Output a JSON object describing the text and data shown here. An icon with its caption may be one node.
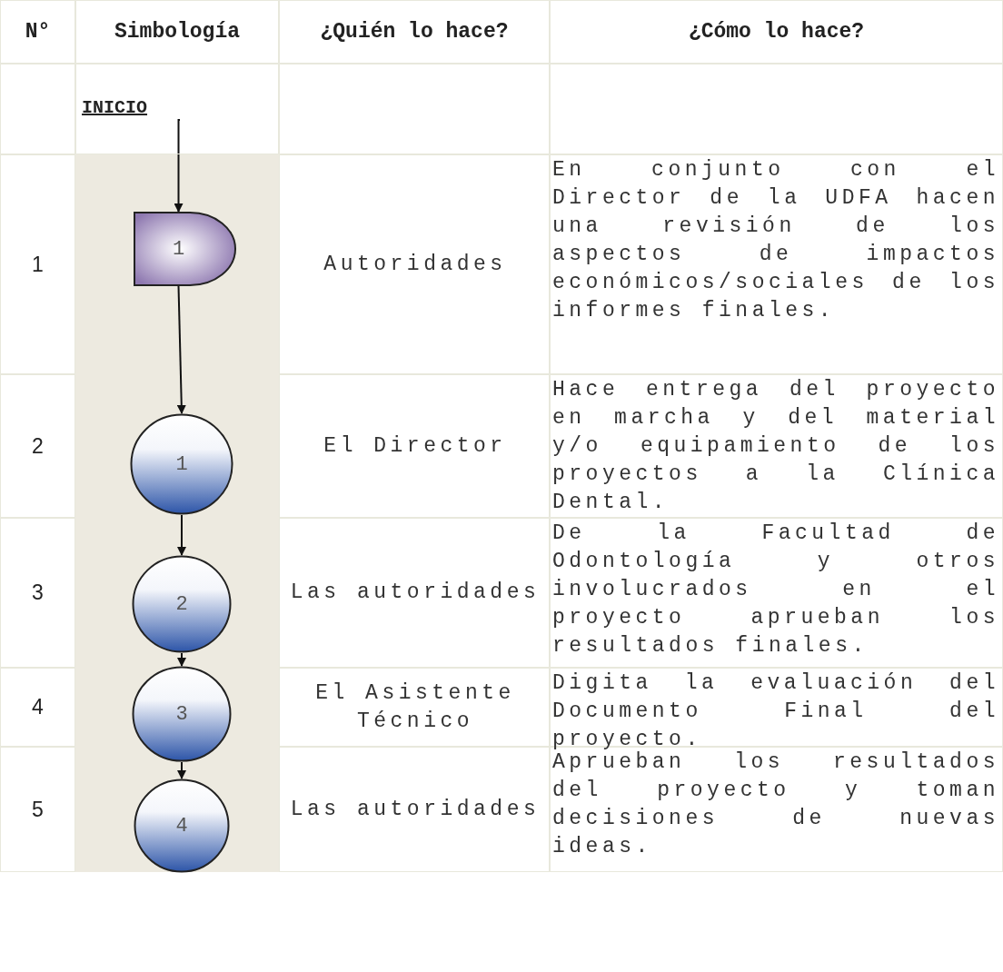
{
  "diagram": {
    "nodes": [
      {
        "text": [
          "INICIO"
        ]
      },
      {
        "text": [
          "1"
        ]
      },
      {
        "text": [
          "1"
        ]
      },
      {
        "text": [
          "2"
        ]
      },
      {
        "text": [
          "3"
        ]
      },
      {
        "text": [
          "4"
        ]
      }
    ],
    "edges": [
      {
        "from": 0,
        "to": 1,
        "arrow": "to"
      },
      {
        "from": 1,
        "to": 2,
        "arrow": "to"
      },
      {
        "from": 2,
        "to": 3,
        "arrow": "to"
      },
      {
        "from": 3,
        "to": 4,
        "arrow": "to"
      },
      {
        "from": 4,
        "to": 5,
        "arrow": "to"
      }
    ],
    "labels": [
      "N°",
      "Simbología",
      "¿Quién lo hace?",
      "¿Cómo lo hace?",
      "1",
      "Autoridades",
      "En conjunto con el Director de la UDFA hacen una revisión de los aspectos de impactos económicos/sociales de los informes finales.",
      "2",
      "El Director",
      "Hace entrega del proyecto en marcha y del material y/o equipamiento de los proyectos a la Clínica Dental.",
      "3",
      "Las autoridades",
      "De la Facultad de Odontología y otros involucrados en el proyecto aprueban los resultados finales.",
      "4",
      "El Asistente Técnico",
      "Digita la evaluación del Documento Final del proyecto.",
      "5",
      "Las autoridades",
      "Aprueban los resultados del proyecto y toman decisiones de nuevas ideas."
    ]
  }
}
